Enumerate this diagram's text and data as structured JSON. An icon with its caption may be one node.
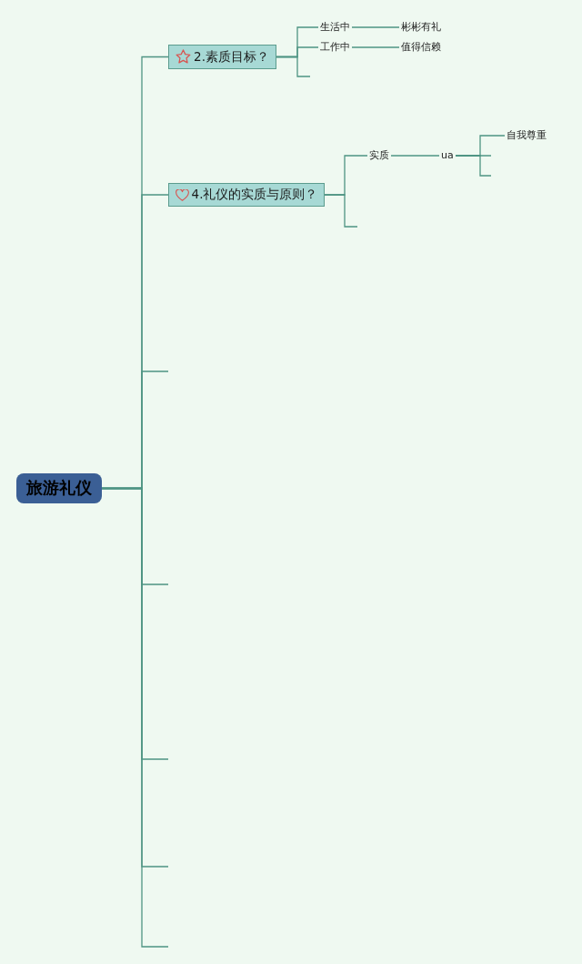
{
  "diagram": {
    "nodes": [
      {
        "text": [
          "旅游礼仪"
        ]
      },
      {
        "text": [
          "2.素质目标？"
        ]
      },
      {
        "text": [
          "生活中"
        ]
      },
      {
        "text": [
          "彬彬有礼"
        ]
      },
      {
        "text": [
          "工作中"
        ]
      },
      {
        "text": [
          "值得信赖"
        ]
      },
      {
        "text": [
          "4.礼仪的实质与原则？"
        ]
      },
      {
        "text": [
          "实质"
        ]
      },
      {
        "text": [
          "ua"
        ]
      },
      {
        "text": [
          "自我尊重"
        ]
      }
    ],
    "edges": [
      {
        "from": 0,
        "to": 1,
        "arrow": "none"
      },
      {
        "from": 1,
        "to": 2,
        "arrow": "none"
      },
      {
        "from": 2,
        "to": 3,
        "arrow": "none"
      },
      {
        "from": 1,
        "to": 4,
        "arrow": "none"
      },
      {
        "from": 4,
        "to": 5,
        "arrow": "none"
      },
      {
        "from": 1,
        "to": null,
        "arrow": "none"
      },
      {
        "from": 0,
        "to": 6,
        "arrow": "none"
      },
      {
        "from": 6,
        "to": 7,
        "arrow": "none"
      },
      {
        "from": 7,
        "to": 8,
        "arrow": "none"
      },
      {
        "from": 8,
        "to": 9,
        "arrow": "none"
      },
      {
        "from": 8,
        "to": null,
        "arrow": "none"
      },
      {
        "from": 8,
        "to": null,
        "arrow": "none"
      },
      {
        "from": 6,
        "to": null,
        "arrow": "none"
      },
      {
        "from": 0,
        "to": null,
        "arrow": "none"
      },
      {
        "from": 0,
        "to": null,
        "arrow": "none"
      },
      {
        "from": 0,
        "to": null,
        "arrow": "none"
      },
      {
        "from": 0,
        "to": null,
        "arrow": "none"
      },
      {
        "from": 0,
        "to": null,
        "arrow": "none"
      }
    ]
  }
}
